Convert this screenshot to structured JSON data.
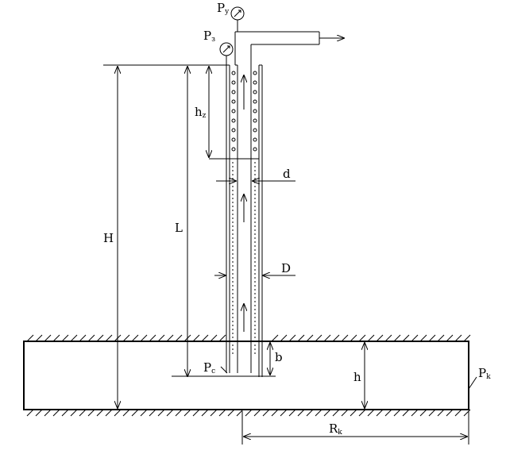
{
  "labels": {
    "py_main": "P",
    "py_sub": "y",
    "pz_main": "P",
    "pz_sub": "з",
    "hz_main": "h",
    "hz_sub": "z",
    "d": "d",
    "H": "H",
    "L": "L",
    "D": "D",
    "pc_main": "P",
    "pc_sub": "c",
    "b": "b",
    "h": "h",
    "pk_main": "P",
    "pk_sub": "k",
    "rk_main": "R",
    "rk_sub": "k"
  },
  "colors": {
    "ink": "#000000",
    "background": "#ffffff"
  },
  "icons": {
    "gauge": "pressure-gauge-icon",
    "flow": "flow-arrow-icon"
  }
}
